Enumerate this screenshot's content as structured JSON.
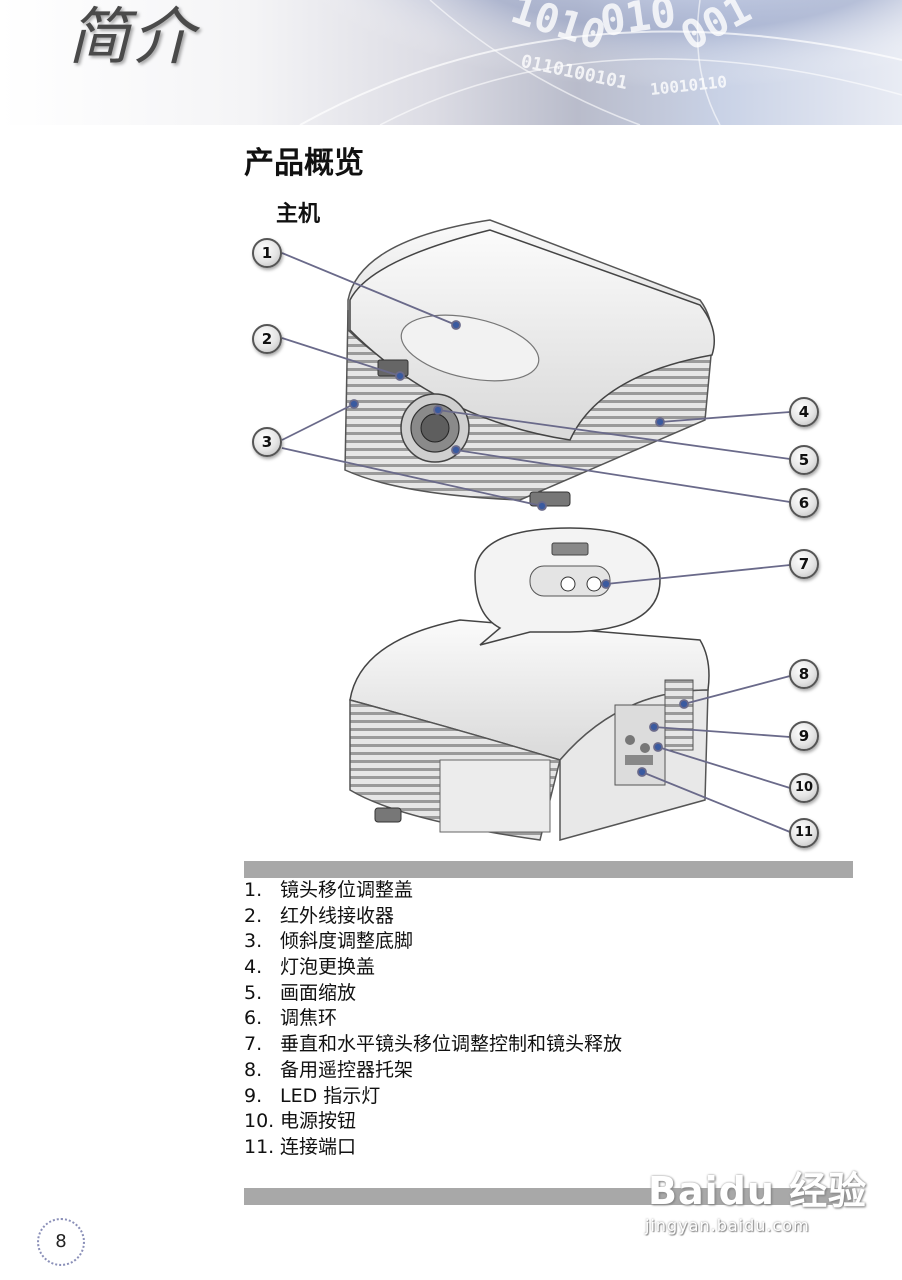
{
  "header": {
    "title": "简介"
  },
  "section": {
    "title": "产品概览",
    "subtitle": "主机"
  },
  "callouts": [
    "1",
    "2",
    "3",
    "4",
    "5",
    "6",
    "7",
    "8",
    "9",
    "10",
    "11"
  ],
  "items": [
    {
      "num": "1.",
      "label": "镜头移位调整盖"
    },
    {
      "num": "2.",
      "label": "红外线接收器"
    },
    {
      "num": "3.",
      "label": "倾斜度调整底脚"
    },
    {
      "num": "4.",
      "label": "灯泡更换盖"
    },
    {
      "num": "5.",
      "label": "画面缩放"
    },
    {
      "num": "6.",
      "label": "调焦环"
    },
    {
      "num": "7.",
      "label": "垂直和水平镜头移位调整控制和镜头释放"
    },
    {
      "num": "8.",
      "label": "备用遥控器托架"
    },
    {
      "num": "9.",
      "label": "LED 指示灯"
    },
    {
      "num": "10.",
      "label": "电源按钮"
    },
    {
      "num": "11.",
      "label": "连接端口"
    }
  ],
  "footer": {
    "page_number": "8"
  },
  "watermark": {
    "logo": "Baidu 经验",
    "url": "jingyan.baidu.com"
  }
}
